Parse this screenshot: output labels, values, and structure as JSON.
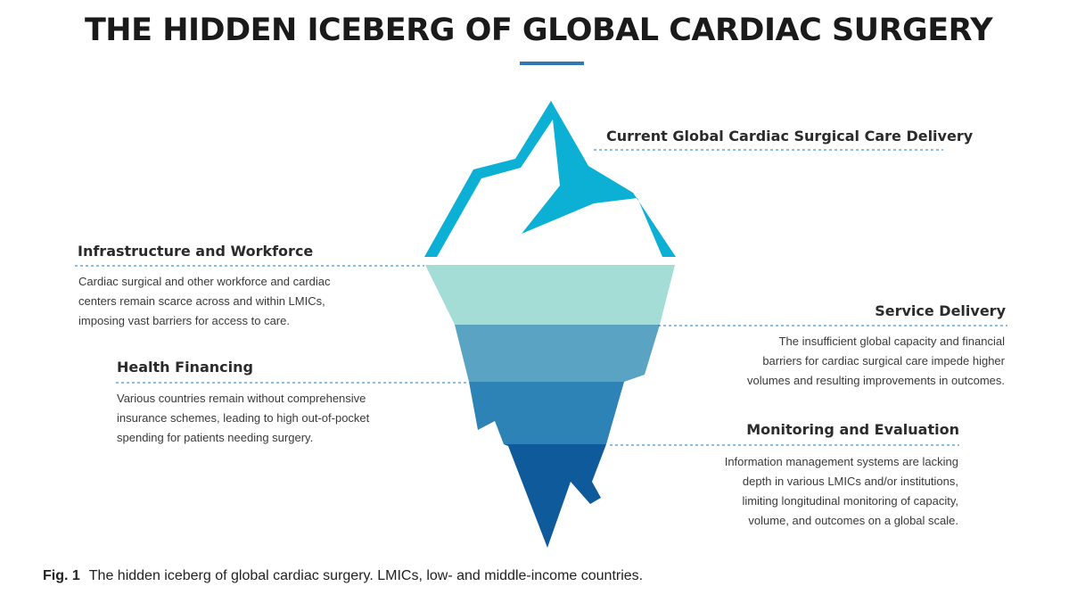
{
  "title": "THE HIDDEN ICEBERG OF GLOBAL CARDIAC SURGERY",
  "colors": {
    "tip": "#0bb0d4",
    "layer1": "#a3ddd6",
    "layer2": "#5aa3c2",
    "layer3": "#2d82b6",
    "layer4": "#0f5a9a",
    "accent": "#2f78b5"
  },
  "sections": {
    "current": {
      "title": "Current Global Cardiac Surgical Care Delivery"
    },
    "infrastructure": {
      "title": "Infrastructure and Workforce",
      "lines": [
        "Cardiac surgical and other workforce and cardiac",
        "centers remain scarce across and within LMICs,",
        "imposing vast barriers for access to care."
      ]
    },
    "service": {
      "title": "Service Delivery",
      "lines": [
        "The insufficient global capacity and financial",
        "barriers for cardiac surgical care impede higher",
        "volumes and resulting improvements in outcomes."
      ]
    },
    "financing": {
      "title": "Health Financing",
      "lines": [
        "Various countries remain without comprehensive",
        "insurance schemes, leading to high out-of-pocket",
        "spending for patients needing surgery."
      ]
    },
    "monitoring": {
      "title": "Monitoring and Evaluation",
      "lines": [
        "Information management systems are lacking",
        "depth in various LMICs and/or institutions,",
        "limiting longitudinal monitoring of capacity,",
        "volume, and outcomes on a global scale."
      ]
    }
  },
  "caption": {
    "label": "Fig. 1",
    "text": "The hidden iceberg of global cardiac surgery. LMICs, low- and middle-income countries."
  }
}
